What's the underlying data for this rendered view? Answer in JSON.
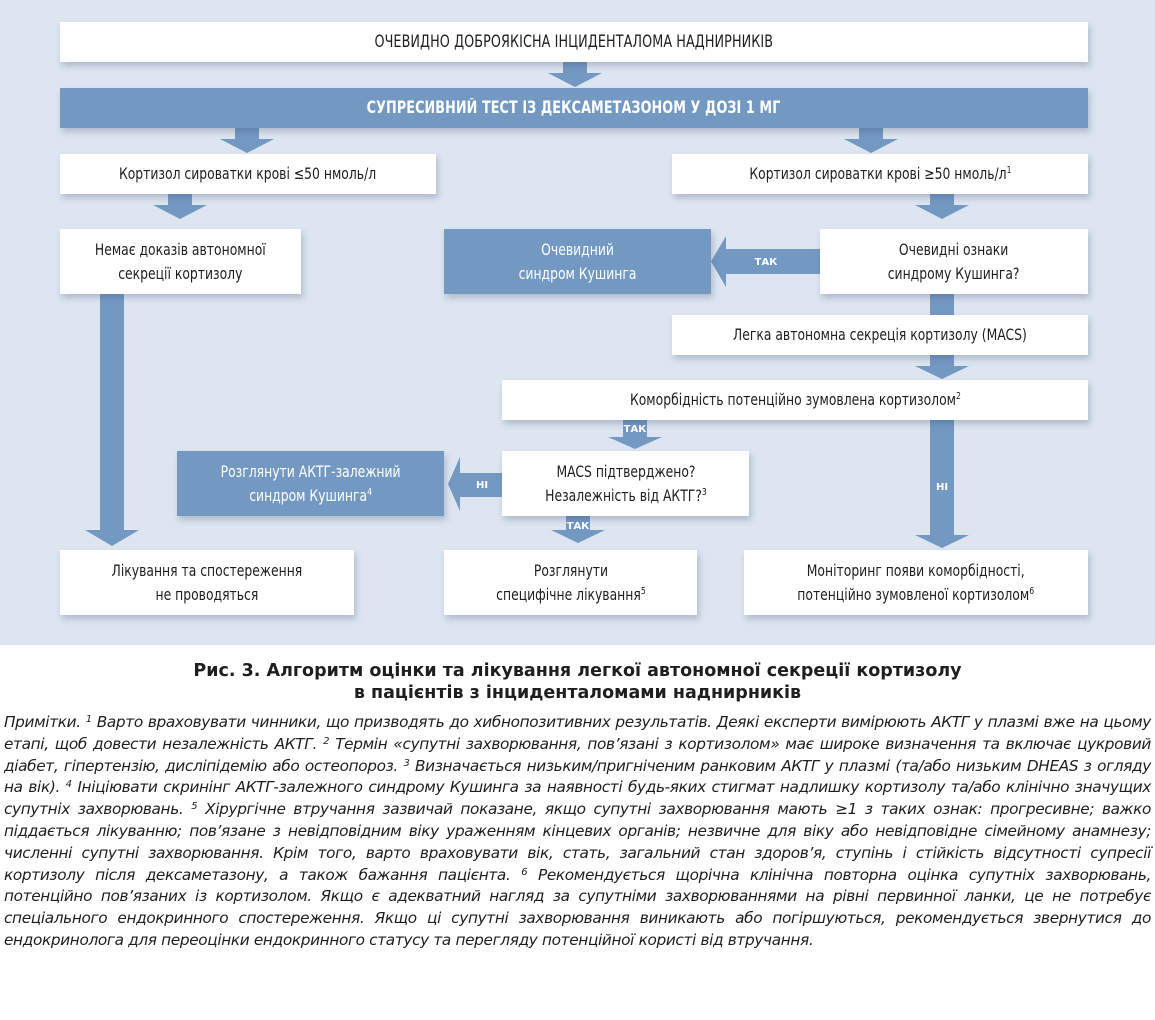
{
  "flowchart": {
    "nodes": {
      "incidentaloma": {
        "text": "ОЧЕВИДНО ДОБРОЯКІСНА ІНЦИДЕНТАЛОМА НАДНИРНИКІВ",
        "sup": ""
      },
      "dst": {
        "text": "СУПРЕСИВНИЙ ТЕСТ ІЗ ДЕКСАМЕТАЗОНОМ У ДОЗІ 1 МГ",
        "sup": ""
      },
      "cortisol_low": {
        "text": "Кортизол сироватки крові ≤50 нмоль/л",
        "sup": ""
      },
      "cortisol_high": {
        "text": "Кортизол сироватки крові ≥50 нмоль/л",
        "sup": "1"
      },
      "no_evidence": {
        "text": "Немає доказів автономної\nсекреції кортизолу",
        "sup": ""
      },
      "overt_cushing": {
        "text": "Очевидний\nсиндром Кушинга",
        "sup": ""
      },
      "overt_signs": {
        "text": "Очевидні ознаки\nсиндрому Кушинга?",
        "sup": ""
      },
      "macs": {
        "text": "Легка автономна секреція кортизолу (MACS)",
        "sup": ""
      },
      "comorbidity": {
        "text": "Коморбідність потенційно зумовлена кортизолом",
        "sup": "2"
      },
      "acth_dependent": {
        "text": "Розглянути АКТГ-залежний\nсиндром Кушинга",
        "sup": "4"
      },
      "macs_confirmed": {
        "text": "MACS підтверджено?\nНезалежність від АКТГ?",
        "sup": "3"
      },
      "no_treatment": {
        "text": "Лікування та спостереження\nне проводяться",
        "sup": ""
      },
      "specific_treatment": {
        "text": "Розглянути\nспецифічне лікування",
        "sup": "5"
      },
      "monitoring": {
        "text": "Моніторинг появи коморбідності,\nпотенційно зумовленої кортизолом",
        "sup": "6"
      }
    },
    "edge_labels": {
      "yes": "ТАК",
      "no": "НІ"
    },
    "colors": {
      "background": "#dce5f0",
      "accent_blue": "#7399c3",
      "box_white": "#ffffff",
      "text": "#1e1e1e"
    }
  },
  "caption": {
    "line1": "Рис. 3. Алгоритм оцінки та лікування легкої автономної секреції кортизолу",
    "line2": "в пацієнтів з інциденталомами наднирників"
  },
  "notes": {
    "label": "Примітки.",
    "items": [
      {
        "num": "1",
        "text": "Варто враховувати чинники, що призводять до хибнопозитивних результатів. Деякі експерти вимірюють АКТГ у плазмі вже на цьому етапі, щоб довести незалежність АКТГ."
      },
      {
        "num": "2",
        "text": "Термін «супутні захворювання, пов’язані з кортизолом» має широке визначення та включає цукровий діабет, гіпертензію, дисліпідемію або остеопороз."
      },
      {
        "num": "3",
        "text": "Визначається низьким/пригніченим ранковим АКТГ у плазмі (та/або низьким DHEAS з огляду на вік)."
      },
      {
        "num": "4",
        "text": "Ініціювати скринінг АКТГ-залежного синдрому Кушинга за наявності будь-яких стигмат надлишку кортизолу та/або клінічно значущих супутніх захворювань."
      },
      {
        "num": "5",
        "text": "Хірургічне втручання зазвичай показане, якщо супутні захворювання мають ≥1 з таких ознак: прогресивне; важко піддається лікуванню; пов’язане з невідповідним віку ураженням кінцевих органів; незвичне для віку або невідповідне сімейному анамнезу; численні супутні захворювання. Крім того, варто враховувати вік, стать, загальний стан здоров’я, ступінь і стійкість відсутності супресії кортизолу після дексаметазону, а також бажання пацієнта."
      },
      {
        "num": "6",
        "text": "Рекомендується щорічна клінічна повторна оцінка супутніх захворювань, потенційно пов’язаних із кортизолом. Якщо є адекватний нагляд за супутніми захворюваннями на рівні первинної ланки, це не потребує спеціального ендокринного спостереження. Якщо ці супутні захворювання виникають або погіршуються, рекомендується звернутися до ендокринолога для переоцінки ендокринного статусу та перегляду потенційної користі від втручання."
      }
    ]
  }
}
